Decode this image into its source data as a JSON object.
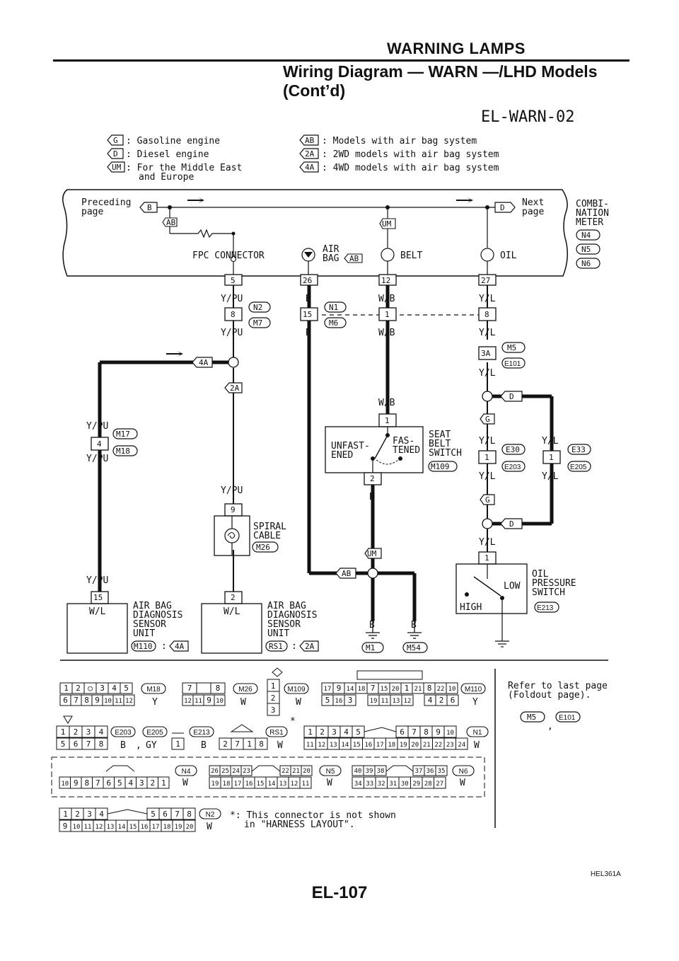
{
  "page": {
    "section": "WARNING LAMPS",
    "heading_line1": "Wiring Diagram — WARN —/LHD Models",
    "heading_line2": "(Cont’d)",
    "page_number": "EL-107",
    "figure_ref": "HEL361A"
  },
  "diagram": {
    "id": "EL-WARN-02",
    "legend": [
      {
        "code": "G",
        "text": ": Gasoline engine"
      },
      {
        "code": "D",
        "text": ": Diesel engine"
      },
      {
        "code": "UM",
        "text": ": For the Middle East"
      },
      {
        "code": "",
        "text": "and Europe"
      },
      {
        "code": "AB",
        "text": ": Models with air bag system"
      },
      {
        "code": "2A",
        "text": ": 2WD models with air bag system"
      },
      {
        "code": "4A",
        "text": ": 4WD models with air bag system"
      }
    ],
    "meter": {
      "preceding_line1": "Preceding",
      "preceding_line2": "page",
      "next_line1": "Next",
      "next_line2": "page",
      "title_line1": "COMBI-",
      "title_line2": "NATION",
      "title_line3": "METER",
      "conn1": "N4",
      "conn2": "N5",
      "conn3": "N6",
      "fpc": "FPC CONNECTOR",
      "airbag_line1": "AIR",
      "airbag_line2": "BAG",
      "belt": "BELT",
      "oil": "OIL",
      "tag_b": "B",
      "tag_d": "D",
      "tag_ab": "AB",
      "tag_um": "UM"
    },
    "pins": {
      "p5": "5",
      "p26": "26",
      "p12": "12",
      "p27": "27",
      "p8": "8",
      "p15": "15",
      "p1": "1",
      "p3a": "3A",
      "p4": "4",
      "p9": "9",
      "p2": "2",
      "p15b": "15"
    },
    "wires": {
      "ypu": "Y/PU",
      "b": "B",
      "wb": "W/B",
      "yl": "Y/L",
      "wl": "W/L"
    },
    "connectors": {
      "n2": "N2",
      "m7": "M7",
      "n1": "N1",
      "m6": "M6",
      "m5": "M5",
      "e101": "E101",
      "m17": "M17",
      "m18": "M18",
      "e30": "E30",
      "e203": "E203",
      "e33": "E33",
      "e205": "E205",
      "m26": "M26",
      "m109": "M109",
      "e213": "E213",
      "m110": "M110",
      "rs1": "RS1",
      "m1": "M1",
      "m54": "M54"
    },
    "tags": {
      "g": "G",
      "d": "D",
      "ab": "AB",
      "um": "UM",
      "a4": "4A",
      "a2": "2A"
    },
    "components": {
      "seat_belt_line1": "SEAT",
      "seat_belt_line2": "BELT",
      "seat_belt_line3": "SWITCH",
      "unfast_line1": "UNFAST-",
      "unfast_line2": "ENED",
      "fas_line1": "FAS-",
      "fas_line2": "TENED",
      "spiral_line1": "SPIRAL",
      "spiral_line2": "CABLE",
      "oil_line1": "OIL",
      "oil_line2": "PRESSURE",
      "oil_line3": "SWITCH",
      "low": "LOW",
      "high": "HIGH",
      "airbag_unit_line1": "AIR BAG",
      "airbag_unit_line2": "DIAGNOSIS",
      "airbag_unit_line3": "SENSOR",
      "airbag_unit_line4": "UNIT",
      "colon": ":"
    },
    "connector_faces": {
      "m18": {
        "top": [
          "1",
          "2",
          "○",
          "3",
          "4",
          "5"
        ],
        "bottom": [
          "6",
          "7",
          "8",
          "9",
          "10",
          "11",
          "12"
        ],
        "id": "M18",
        "color": "Y"
      },
      "m26": {
        "top": [
          "7",
          "",
          "8"
        ],
        "bottom": [
          "12",
          "11",
          "9",
          "10"
        ],
        "id": "M26",
        "color": "W"
      },
      "m109": {
        "pins": [
          "1",
          "2",
          "3"
        ],
        "id": "M109",
        "color": "W"
      },
      "m110": {
        "top": [
          "17",
          "9",
          "14",
          "18",
          "7",
          "15",
          "20",
          "1",
          "21",
          "8",
          "22",
          "10"
        ],
        "bottom": [
          "5",
          "16",
          "3",
          "19",
          "11",
          "13",
          "12",
          "4",
          "2",
          "6"
        ],
        "id": "M110",
        "color": "Y"
      },
      "e203": {
        "top": [
          "1",
          "2",
          "3",
          "4"
        ],
        "bottom": [
          "5",
          "6",
          "7",
          "8"
        ],
        "id": "E203",
        "color": "B",
        "id2": "E205",
        "color2": "GY",
        "sep": ","
      },
      "e213": {
        "pin": "1",
        "id": "E213",
        "color": "B"
      },
      "rs1": {
        "pins": [
          "2",
          "7",
          "1",
          "8"
        ],
        "id": "RS1",
        "color": "W",
        "star": "*"
      },
      "n1": {
        "top": [
          "1",
          "2",
          "3",
          "4",
          "5",
          "6",
          "7",
          "8",
          "9",
          "10"
        ],
        "bottom": [
          "11",
          "12",
          "13",
          "14",
          "15",
          "16",
          "17",
          "18",
          "19",
          "20",
          "21",
          "22",
          "23",
          "24"
        ],
        "id": "N1",
        "color": "W"
      },
      "n4": {
        "pins": [
          "10",
          "9",
          "8",
          "7",
          "6",
          "5",
          "4",
          "3",
          "2",
          "1"
        ],
        "id": "N4",
        "color": "W"
      },
      "n5": {
        "top": [
          "26",
          "25",
          "24",
          "23",
          "22",
          "21",
          "20"
        ],
        "bottom": [
          "19",
          "18",
          "17",
          "16",
          "15",
          "14",
          "13",
          "12",
          "11"
        ],
        "id": "N5",
        "color": "W"
      },
      "n6": {
        "top": [
          "40",
          "39",
          "38",
          "37",
          "36",
          "35"
        ],
        "bottom": [
          "34",
          "33",
          "32",
          "31",
          "30",
          "29",
          "28",
          "27"
        ],
        "id": "N6",
        "color": "W"
      },
      "n2": {
        "top": [
          "1",
          "2",
          "3",
          "4",
          "5",
          "6",
          "7",
          "8"
        ],
        "bottom": [
          "9",
          "10",
          "11",
          "12",
          "13",
          "14",
          "15",
          "16",
          "17",
          "18",
          "19",
          "20"
        ],
        "id": "N2",
        "color": "W"
      }
    },
    "notes": {
      "refer_line1": "Refer to last page",
      "refer_line2": "(Foldout page).",
      "foldout_m5": "M5",
      "foldout_sep": ",",
      "foldout_e101": "E101",
      "star_line1": "*: This connector is not shown",
      "star_line2": "in \"HARNESS LAYOUT\"."
    }
  }
}
